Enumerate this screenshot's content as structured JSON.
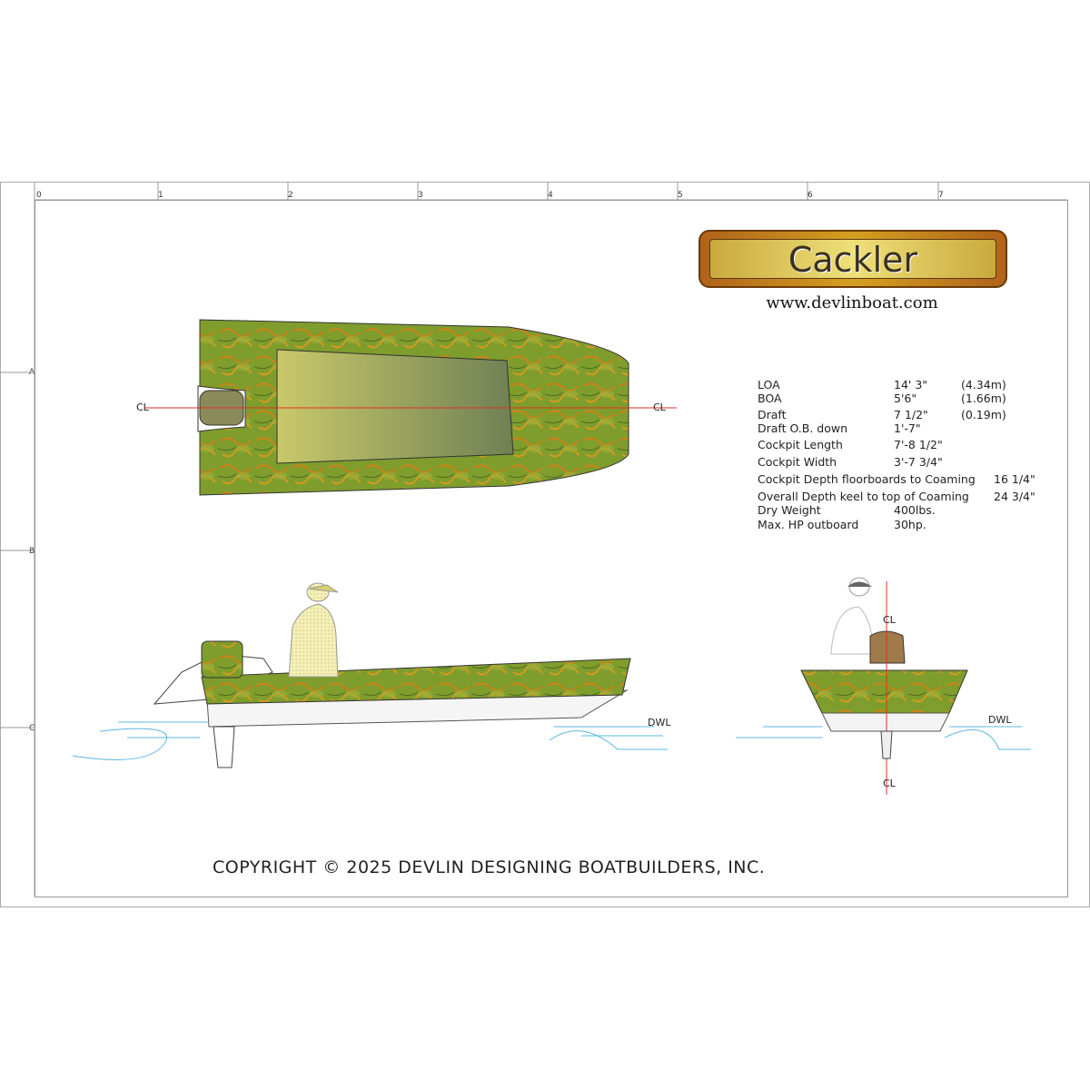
{
  "title": "Cackler",
  "website": "www.devlinboat.com",
  "ruler": {
    "top": [
      "0",
      "1",
      "2",
      "3",
      "4",
      "5",
      "6",
      "7"
    ],
    "left": [
      "A",
      "B",
      "C"
    ]
  },
  "centerline_label": "CL",
  "waterline_label": "DWL",
  "specs": [
    {
      "label": "LOA",
      "imperial": "14' 3\"",
      "metric": "(4.34m)"
    },
    {
      "label": "BOA",
      "imperial": "5'6\"",
      "metric": "(1.66m)"
    },
    {
      "label": "Draft",
      "imperial": "7 1/2\"",
      "metric": "(0.19m)"
    },
    {
      "label": "Draft O.B. down",
      "imperial": "1'-7\"",
      "metric": ""
    },
    {
      "label": "Cockpit Length",
      "imperial": "7'-8 1/2\"",
      "metric": ""
    },
    {
      "label": "Cockpit Width",
      "imperial": "3'-7 3/4\"",
      "metric": ""
    },
    {
      "label": "Cockpit Depth floorboards to Coaming",
      "imperial": "",
      "metric": "16 1/4\""
    },
    {
      "label": "Overall Depth keel to top of Coaming",
      "imperial": "",
      "metric": "24 3/4\""
    },
    {
      "label": "Dry Weight",
      "imperial": "400lbs.",
      "metric": ""
    },
    {
      "label": "Max. HP outboard",
      "imperial": "30hp.",
      "metric": ""
    }
  ],
  "copyright": "COPYRIGHT © 2025  DEVLIN DESIGNING BOATBUILDERS, INC.",
  "colors": {
    "camo_base": "#7a9a2a",
    "camo_orange": "#c8841a",
    "cockpit": "#8a9a50",
    "centerline": "#e03020",
    "water": "#5ab8e0"
  }
}
